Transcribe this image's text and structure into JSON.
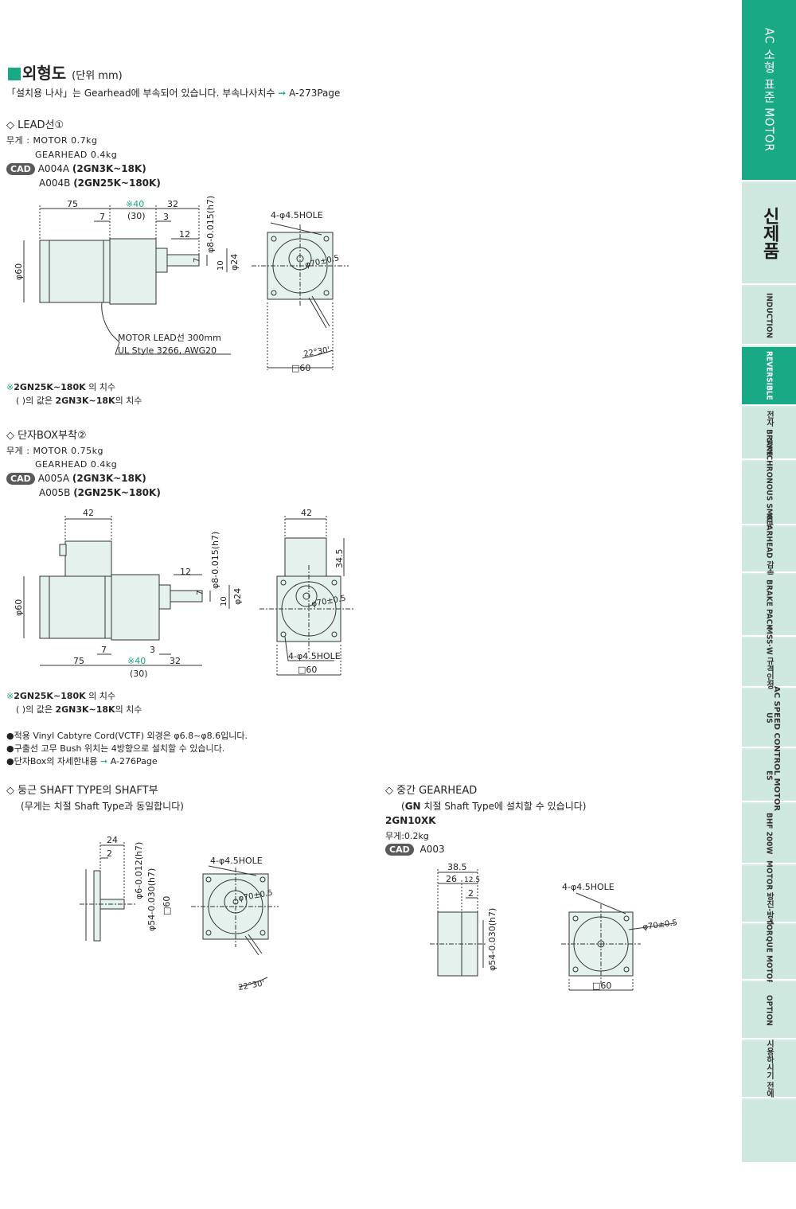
{
  "colors": {
    "accent": "#1aa985",
    "body_fill": "#e4f1ec",
    "nav_bg": "#cfe8df",
    "cad_badge": "#5a5a5a"
  },
  "header": {
    "title": "외형도",
    "unit": "(단위 mm)",
    "note_prefix": "「설치용 나사」는 Gearhead에 부속되어 있습니다. 부속나사치수",
    "note_page": "A-273Page"
  },
  "section_lead": {
    "heading": "◇ LEAD선①",
    "weight_motor": "무게 : MOTOR      0.7kg",
    "weight_gear": "GEARHEAD      0.4kg",
    "cad_label": "CAD",
    "cad_a": "A004A",
    "cad_a_model": "(2GN3K~18K)",
    "cad_b": "A004B",
    "cad_b_model": "(2GN25K~180K)",
    "dims": {
      "d75": "75",
      "d40": "※40",
      "d32": "32",
      "d30": "(30)",
      "d7": "7",
      "d3": "3",
      "d12": "12",
      "shaft": "φ8-0.015(h7)",
      "shaft_zero": "0",
      "d7v": "7",
      "d10": "10",
      "phi24": "φ24",
      "phi60": "φ60",
      "hole": "4-φ4.5HOLE",
      "pcd": "φ70±0.5",
      "angle": "22°30'",
      "sq60": "□60",
      "lead1": "MOTOR LEAD선 300mm",
      "lead2": "UL Style 3266, AWG20"
    },
    "note1_prefix": "※",
    "note1_model": "2GN25K~180K",
    "note1_suffix": "의 치수",
    "note2_prefix": "(   )의 값은",
    "note2_model": "2GN3K~18K",
    "note2_suffix": "의 치수"
  },
  "section_box": {
    "heading": "◇ 단자BOX부착②",
    "weight_motor": "무게 : MOTOR      0.75kg",
    "weight_gear": "GEARHEAD      0.4kg",
    "cad_label": "CAD",
    "cad_a": "A005A",
    "cad_a_model": "(2GN3K~18K)",
    "cad_b": "A005B",
    "cad_b_model": "(2GN25K~180K)",
    "dims": {
      "d42": "42",
      "d42r": "42",
      "d12": "12",
      "shaft": "φ8-0.015(h7)",
      "shaft_zero": "0",
      "d7v": "7",
      "d10": "10",
      "phi24": "φ24",
      "phi60": "φ60",
      "d345": "34.5",
      "pcd": "φ70±0.5",
      "hole": "4-φ4.5HOLE",
      "sq60": "□60",
      "d7": "7",
      "d3": "3",
      "d75": "75",
      "d40": "※40",
      "d32": "32",
      "d30": "(30)"
    },
    "note1_prefix": "※",
    "note1_model": "2GN25K~180K",
    "note1_suffix": "의 치수",
    "note2_prefix": "(   )의 값은",
    "note2_model": "2GN3K~18K",
    "note2_suffix": "의 치수",
    "bullets": [
      "●적용 Vinyl Cabtyre Cord(VCTF) 외경은 φ6.8~φ8.6입니다.",
      "●구출선 고무 Bush 위치는 4방향으로 설치할 수 있습니다."
    ],
    "bullet3_prefix": "●단자Box의 자세한내용",
    "bullet3_page": "A-276Page"
  },
  "section_round": {
    "heading": "◇ 둥근 SHAFT TYPE의 SHAFT부",
    "sub": "(무게는 치절 Shaft Type과 동일합니다)",
    "dims": {
      "d24": "24",
      "d2": "2",
      "shaft": "φ6-0.012(h7)",
      "shaft_zero": "0",
      "flange": "φ54-0.030(h7)",
      "flange_zero": "0",
      "sq60": "□60",
      "hole": "4-φ4.5HOLE",
      "pcd": "φ70±0.5",
      "angle": "22°30'"
    }
  },
  "section_mid": {
    "heading": "◇ 중간 GEARHEAD",
    "sub_prefix": "(",
    "sub_gn": "GN",
    "sub_suffix": "치절 Shaft Type에 설치할 수 있습니다)",
    "model": "2GN10XK",
    "weight": "무게:0.2kg",
    "cad_label": "CAD",
    "cad": "A003",
    "dims": {
      "d385": "38.5",
      "d26": "26",
      "d125": "12.5",
      "d2": "2",
      "flange": "φ54-0.030(h7)",
      "flange_zero": "0",
      "hole": "4-φ4.5HOLE",
      "pcd": "φ70±0.5",
      "sq60": "□60"
    }
  },
  "sidenav": {
    "top": "AC 소형 표준 MOTOR",
    "sinje": "신제품",
    "items": [
      "INDUCTION",
      "REVERSIBLE",
      "전자 BRAKE",
      "SYNCHRONOUS SMK 조지속",
      "GEARHEAD 감속기",
      "BRAKE PACK",
      "MSS·W 규격인정품",
      "US",
      "ES",
      "BHF 200W",
      "MOTOR 방진·방수",
      "TORQUE MOTOR",
      "OPTION",
      "시용하시기 전에"
    ],
    "accent_label": "AC SPEED CONTROL MOTOR"
  }
}
